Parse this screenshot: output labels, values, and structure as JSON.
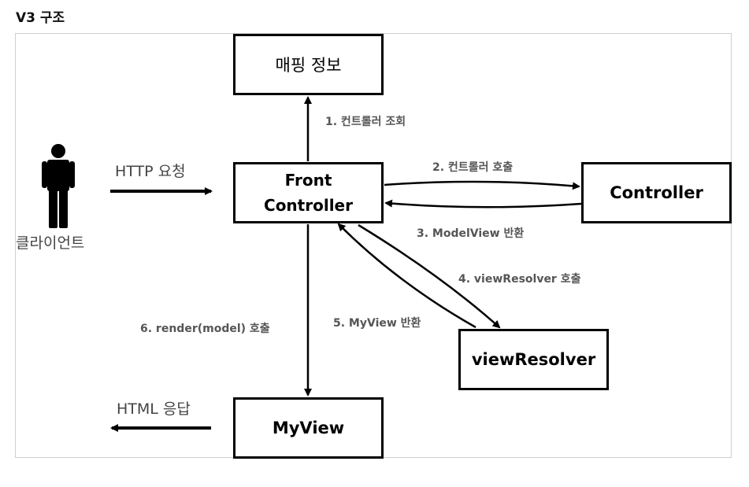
{
  "page": {
    "title": "V3 구조"
  },
  "nodes": {
    "mapping": "매핑 정보",
    "front_line1": "Front",
    "front_line2": "Controller",
    "controller": "Controller",
    "view_resolver": "viewResolver",
    "my_view": "MyView"
  },
  "actor": {
    "label": "클라이언트",
    "icon": "person-icon"
  },
  "edges": {
    "http_request": "HTTP 요청",
    "html_response": "HTML 응답",
    "step1": "1. 컨트롤러 조회",
    "step2": "2. 컨트롤러 호출",
    "step3": "3. ModelView 반환",
    "step4": "4. viewResolver 호출",
    "step5": "5. MyView 반환",
    "step6": "6. render(model) 호출"
  },
  "colors": {
    "stroke": "#000000",
    "label": "#555555",
    "frame": "#cfcfcf"
  }
}
